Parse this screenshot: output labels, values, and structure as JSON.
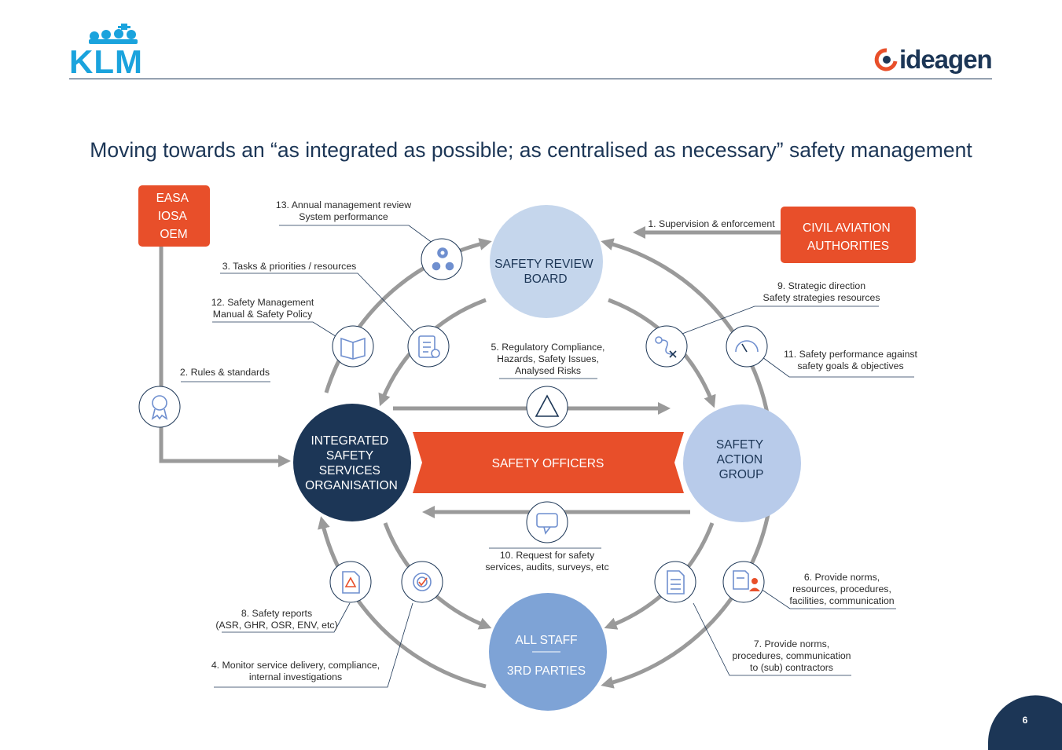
{
  "header": {
    "left_logo": "KLM",
    "right_logo": "ideagen"
  },
  "title": "Moving towards an “as integrated as possible; as centralised as necessary” safety management",
  "nodes": {
    "regulators": [
      "EASA",
      "IOSA",
      "OEM"
    ],
    "civil_aviation": [
      "CIVIL AVIATION",
      "AUTHORITIES"
    ],
    "safety_review_board": [
      "SAFETY REVIEW",
      "BOARD"
    ],
    "integrated_safety": [
      "INTEGRATED",
      "SAFETY",
      "SERVICES",
      "ORGANISATION"
    ],
    "safety_action_group": [
      "SAFETY",
      "ACTION",
      "GROUP"
    ],
    "safety_officers": "SAFETY OFFICERS",
    "all_staff": "ALL STAFF",
    "third_parties": "3RD PARTIES"
  },
  "labels": {
    "l1": [
      "1. Supervision & enforcement"
    ],
    "l2": [
      "2. Rules & standards"
    ],
    "l3": [
      "3. Tasks & priorities / resources"
    ],
    "l4": [
      "4. Monitor service delivery, compliance,",
      "internal investigations"
    ],
    "l5": [
      "5. Regulatory Compliance,",
      "Hazards, Safety Issues,",
      "Analysed Risks"
    ],
    "l6": [
      "6. Provide norms,",
      "resources, procedures,",
      "facilities, communication"
    ],
    "l7": [
      "7. Provide norms,",
      "procedures, communication",
      "to (sub) contractors"
    ],
    "l8": [
      "8. Safety reports",
      "(ASR, GHR, OSR, ENV, etc)"
    ],
    "l9": [
      "9. Strategic direction",
      "Safety strategies resources"
    ],
    "l10": [
      "10. Request for safety",
      "services, audits, surveys, etc"
    ],
    "l11": [
      "11. Safety performance against",
      "safety goals & objectives"
    ],
    "l12": [
      "12. Safety Management",
      "Manual & Safety Policy"
    ],
    "l13": [
      "13. Annual management review",
      "System performance"
    ]
  },
  "colors": {
    "navy": "#1c3656",
    "orange": "#e84f2a",
    "light_blue": "#c5d6ec",
    "mid_blue": "#7ea3d6",
    "periwinkle": "#b8cbea",
    "gray_arrow": "#9a9a9a",
    "icon_blue": "#6f8fcf",
    "klm_blue": "#1aa3dd"
  },
  "page_number": "6"
}
